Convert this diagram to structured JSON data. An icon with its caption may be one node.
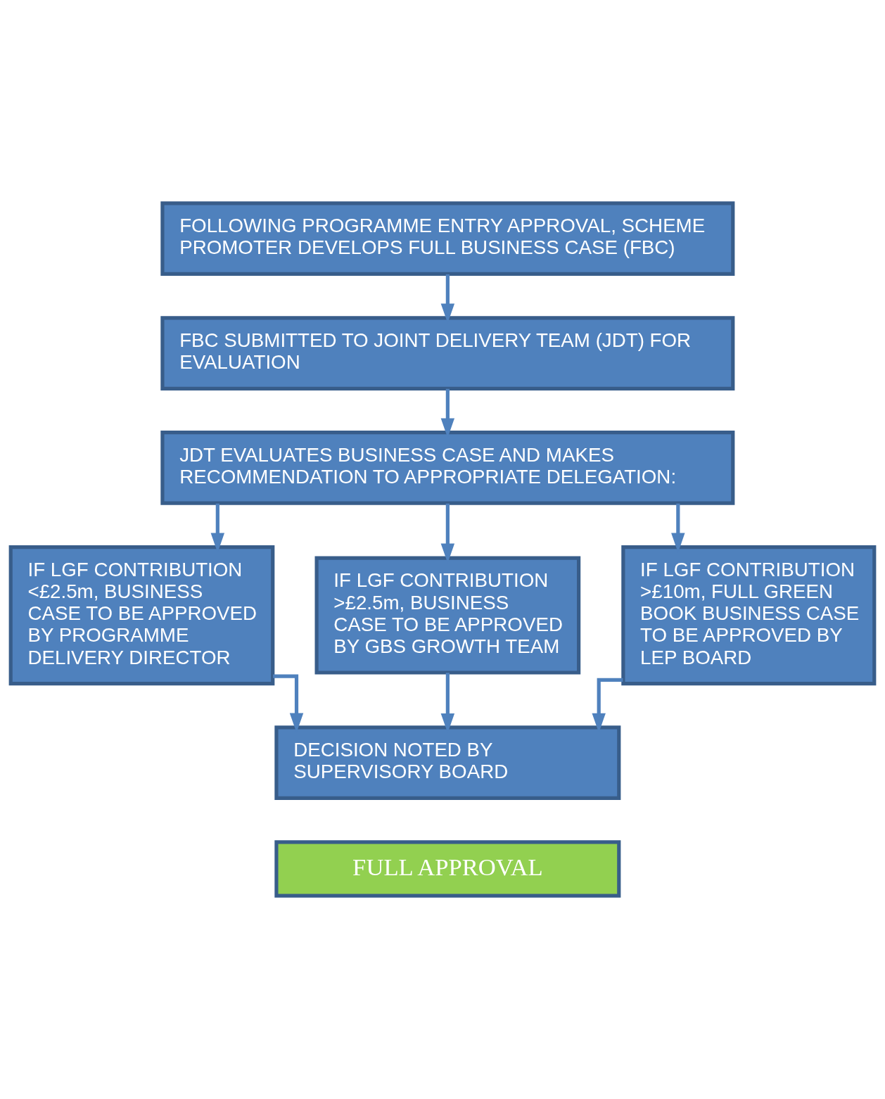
{
  "diagram": {
    "nodes": [
      {
        "text": [
          "FOLLOWING PROGRAMME ENTRY APPROVAL, SCHEME PROMOTER DEVELOPS FULL BUSINESS CASE (FBC)"
        ]
      },
      {
        "text": [
          "FBC SUBMITTED TO JOINT DELIVERY TEAM (JDT) FOR EVALUATION"
        ]
      },
      {
        "text": [
          "JDT EVALUATES BUSINESS CASE AND MAKES RECOMMENDATION TO APPROPRIATE DELEGATION:"
        ]
      },
      {
        "text": [
          "IF LGF CONTRIBUTION <£2.5m, BUSINESS CASE TO BE APPROVED BY PROGRAMME DELIVERY DIRECTOR"
        ]
      },
      {
        "text": [
          "IF LGF CONTRIBUTION >£2.5m, BUSINESS CASE TO BE APPROVED BY GBS GROWTH TEAM"
        ]
      },
      {
        "text": [
          "IF LGF CONTRIBUTION >£10m, FULL GREEN BOOK BUSINESS CASE TO BE APPROVED BY LEP BOARD"
        ]
      },
      {
        "text": [
          "DECISION NOTED BY SUPERVISORY BOARD"
        ]
      },
      {
        "text": [
          "FULL APPROVAL"
        ]
      }
    ],
    "edges": [
      {
        "from": 0,
        "to": 1,
        "arrow": "to"
      },
      {
        "from": 1,
        "to": 2,
        "arrow": "to"
      },
      {
        "from": 2,
        "to": 3,
        "arrow": "to"
      },
      {
        "from": 2,
        "to": 4,
        "arrow": "to"
      },
      {
        "from": 2,
        "to": 5,
        "arrow": "to"
      },
      {
        "from": 3,
        "to": 6,
        "arrow": "to"
      },
      {
        "from": 4,
        "to": 6,
        "arrow": "to"
      },
      {
        "from": 5,
        "to": 6,
        "arrow": "to"
      }
    ]
  }
}
